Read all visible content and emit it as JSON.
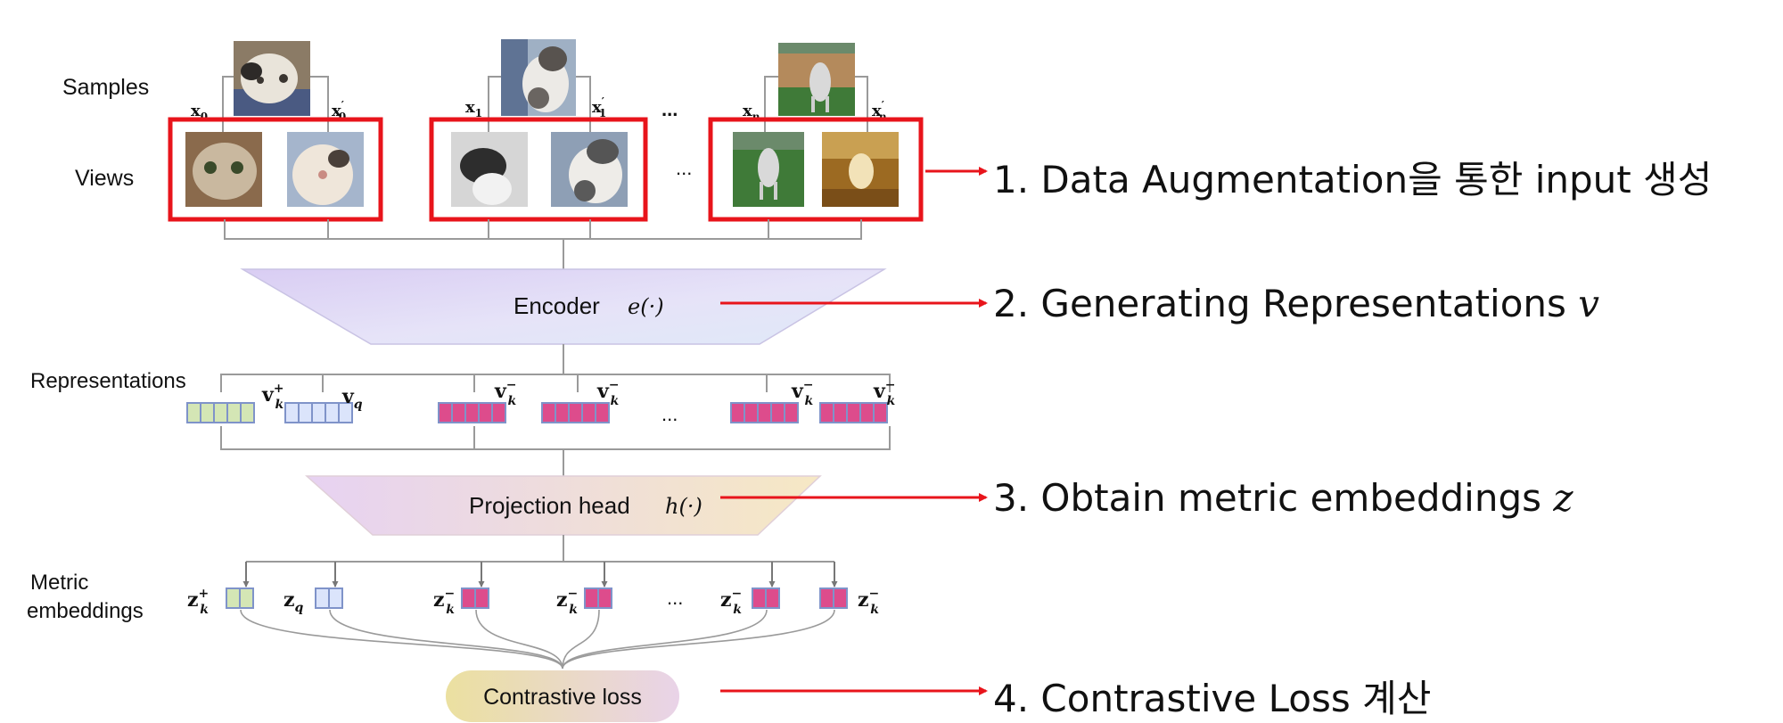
{
  "rows": {
    "samples": "Samples",
    "views": "Views",
    "representations": "Representations",
    "metric_line1": "Metric",
    "metric_line2": "embeddings"
  },
  "blocks": {
    "encoder": "Encoder",
    "encoder_math": "e(·)",
    "projection": "Projection head",
    "projection_math": "h(·)",
    "loss": "Contrastive loss"
  },
  "sample_labels": {
    "group1_left": "x",
    "group1_left_sub": "0",
    "group1_right": "x",
    "group1_right_sub": "0",
    "group2_left": "x",
    "group2_left_sub": "1",
    "group2_right": "x",
    "group2_right_sub": "1",
    "group3_left": "x",
    "group3_left_sub": "n",
    "group3_right": "x",
    "group3_right_sub": "n",
    "prime": "′",
    "ellipsis": "..."
  },
  "vector_labels": {
    "v": "v",
    "z": "z",
    "sub_k": "k",
    "sub_q": "q",
    "plus": "+",
    "minus": "−",
    "ellipsis": "..."
  },
  "steps": {
    "step1": "1. Data Augmentation을 통한 input 생성",
    "step2": "2. Generating Representations",
    "step2_math": "v",
    "step3": "3. Obtain metric embeddings",
    "step3_math": "z",
    "step4": "4. Contrastive Loss 계산"
  },
  "colors": {
    "highlight_red": "#e8141b",
    "green_cell": "#d4e6b5",
    "blue_cell": "#dbe4fb",
    "pink_cell": "#dd4c8c",
    "cell_border": "#7f93c9",
    "line_gray": "#9a9a9a"
  }
}
